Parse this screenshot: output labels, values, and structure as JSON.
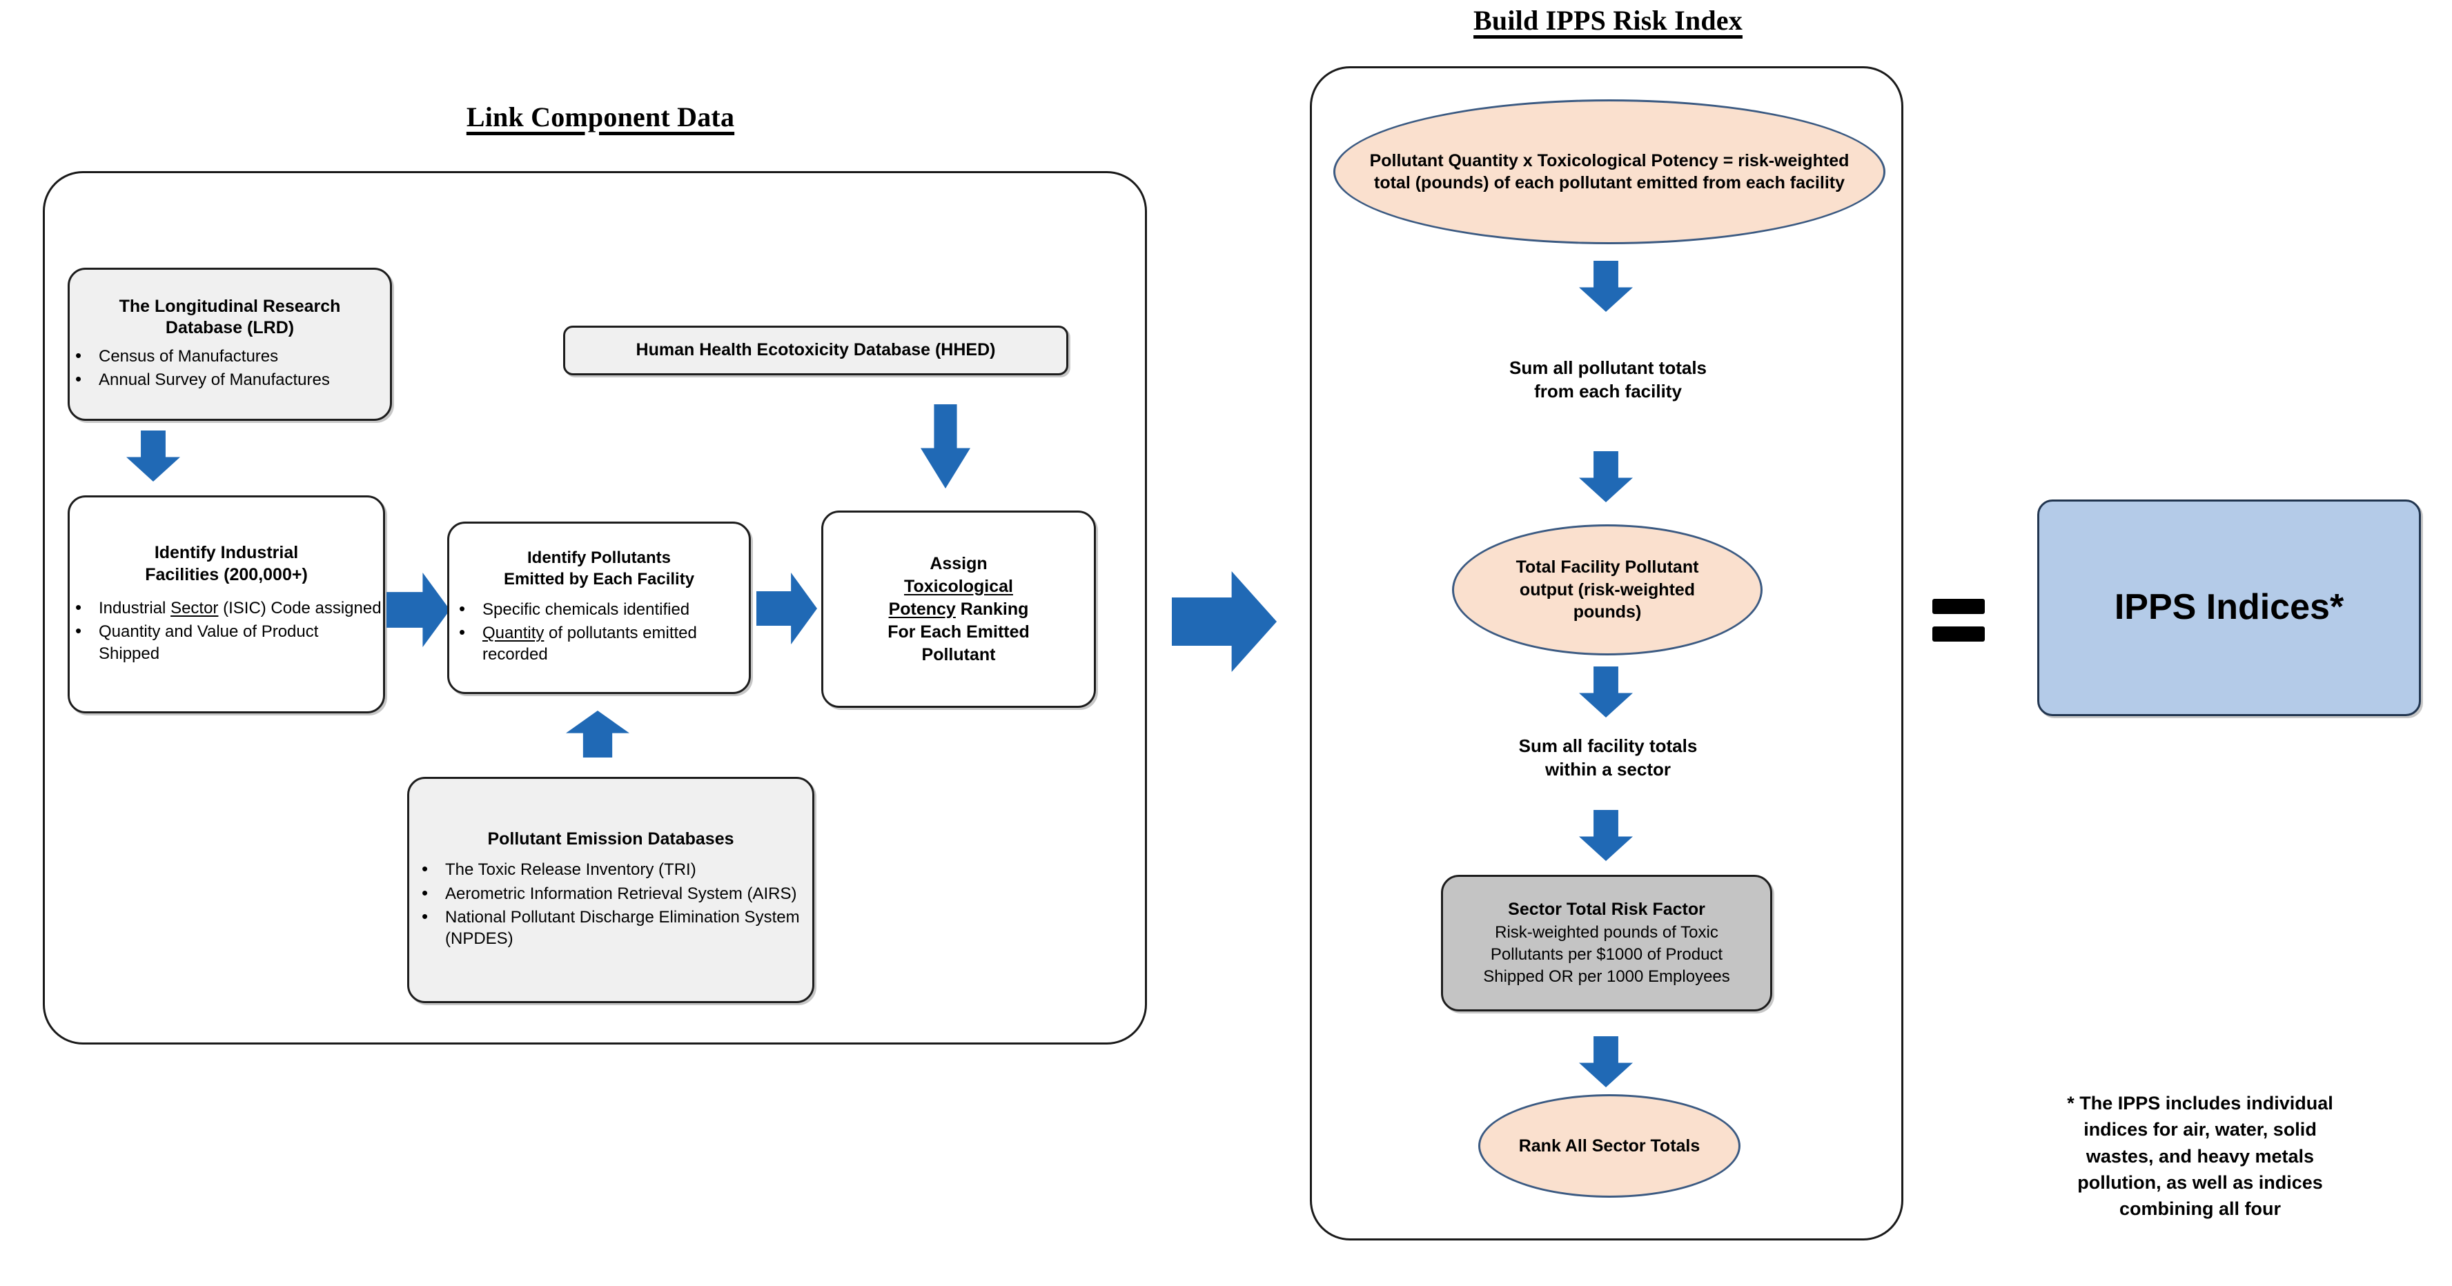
{
  "left_panel": {
    "title": "Link Component Data",
    "lrd_box": {
      "title_line1": "The Longitudinal Research",
      "title_line2": "Database (LRD)",
      "bullets": [
        "Census of Manufactures",
        "Annual Survey of Manufactures"
      ]
    },
    "hhed_box": {
      "label": "Human Health Ecotoxicity Database (HHED)"
    },
    "facilities_box": {
      "title_line1": "Identify Industrial",
      "title_line2": "Facilities (200,000+)",
      "bullet1_pre": "Industrial ",
      "bullet1_underlined": "Sector",
      "bullet1_post": " (ISIC) Code assigned",
      "bullet2": "Quantity and Value of Product Shipped"
    },
    "pollutants_box": {
      "title_line1": "Identify Pollutants",
      "title_line2": "Emitted by Each Facility",
      "bullet1": "Specific chemicals identified",
      "bullet2_underlined": "Quantity",
      "bullet2_post": " of pollutants emitted recorded"
    },
    "assign_box": {
      "line1": "Assign",
      "line2_underlined": "Toxicological",
      "line3_underlined": "Potency",
      "line3_post": " Ranking",
      "line4": "For Each Emitted",
      "line5": "Pollutant"
    },
    "emission_db_box": {
      "title": "Pollutant Emission Databases",
      "bullets": [
        "The Toxic Release Inventory (TRI)",
        "Aerometric Information Retrieval System (AIRS)",
        "National Pollutant Discharge Elimination System (NPDES)"
      ]
    }
  },
  "right_panel": {
    "title": "Build IPPS Risk Index",
    "ellipse1": "Pollutant Quantity x Toxicological Potency = risk-weighted total (pounds) of each pollutant emitted from each facility",
    "caption1_line1": "Sum all pollutant totals",
    "caption1_line2": "from each facility",
    "ellipse2": "Total Facility Pollutant output (risk-weighted pounds)",
    "caption2_line1": "Sum all facility totals",
    "caption2_line2": "within a sector",
    "sector_box": {
      "title": "Sector Total Risk Factor",
      "body_line1": "Risk-weighted pounds of Toxic",
      "body_line2": "Pollutants  per $1000 of Product",
      "body_line3": "Shipped OR per 1000 Employees"
    },
    "ellipse3": "Rank All Sector Totals"
  },
  "result": {
    "equals_symbol": "=",
    "indices_label": "IPPS Indices*",
    "footnote_line1": "* The IPPS includes individual",
    "footnote_line2": "indices for air, water, solid",
    "footnote_line3": "wastes, and heavy metals",
    "footnote_line4": "pollution, as well as indices",
    "footnote_line5": "combining all four"
  },
  "colors": {
    "arrow_blue": "#2069b5",
    "ellipse_fill": "#fae0ce",
    "ellipse_border": "#3b5a82",
    "indices_fill": "#b4cbe8",
    "sector_fill": "#c4c4c4",
    "soft_gray_fill": "#f0f0f0"
  }
}
